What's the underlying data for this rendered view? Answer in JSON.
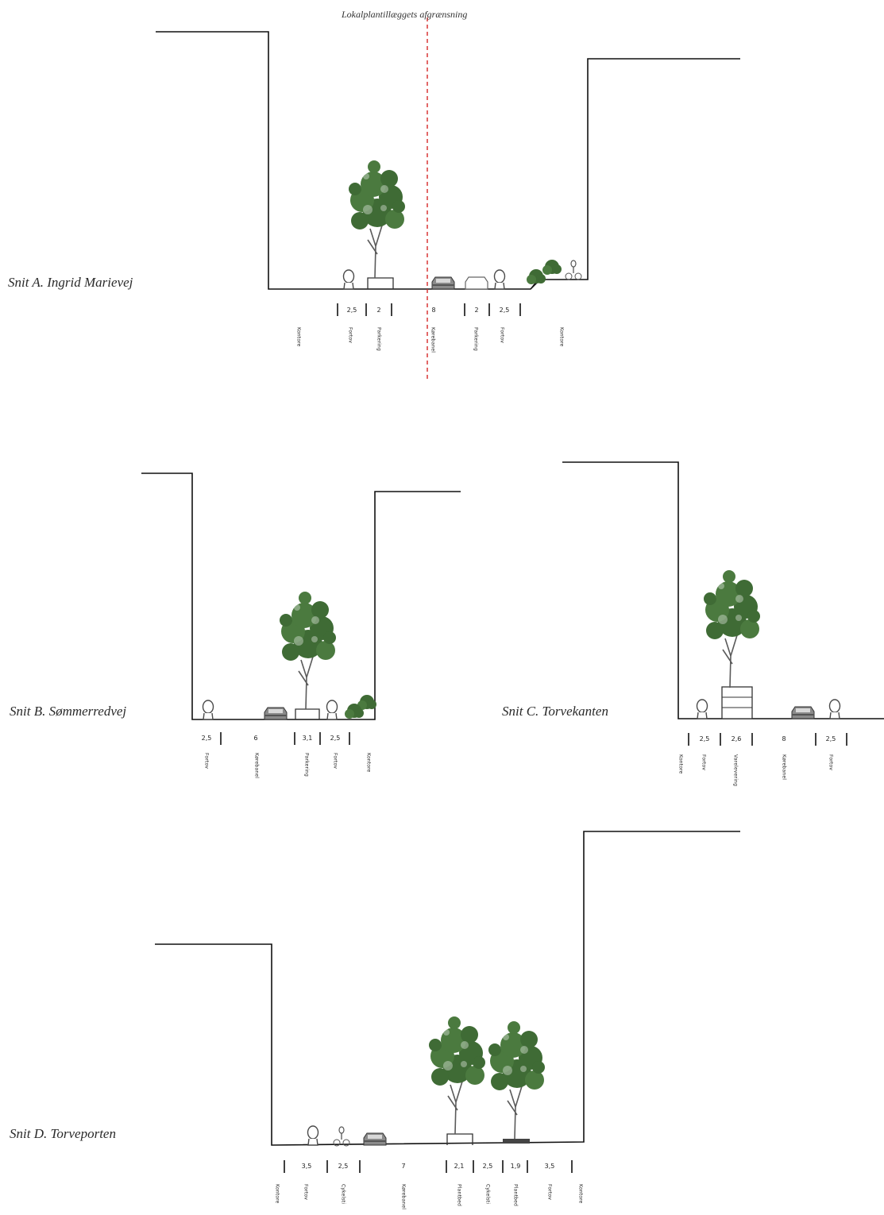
{
  "boundary": {
    "label": "Lokalplantillæggets afgrænsning"
  },
  "sections": [
    {
      "id": "a",
      "title": "Snit A. Ingrid Marievej",
      "dims": [
        "2,5",
        "2",
        "8",
        "2",
        "2,5"
      ],
      "zones": [
        "Kontore",
        "Fortov",
        "Parkering",
        "Kørebanel",
        "Parkering",
        "Fortov",
        "Kontore"
      ]
    },
    {
      "id": "b",
      "title": "Snit B. Sømmerredvej",
      "dims": [
        "2,5",
        "6",
        "3,1",
        "2,5"
      ],
      "zones": [
        "Fortov",
        "Kørebanel",
        "Parkering",
        "Fortov",
        "Kontore"
      ]
    },
    {
      "id": "c",
      "title": "Snit C. Torvekanten",
      "dims": [
        "2,5",
        "2,6",
        "8",
        "2,5"
      ],
      "zones": [
        "Kontore",
        "Fortov",
        "Varelevering",
        "Kørebanel",
        "Fortov"
      ]
    },
    {
      "id": "d",
      "title": "Snit D. Torveporten",
      "dims": [
        "3,5",
        "2,5",
        "7",
        "2,1",
        "2,5",
        "1,9",
        "3,5"
      ],
      "zones": [
        "Kontore",
        "Fortov",
        "Cykelsti",
        "Kørebanel",
        "Plantbed",
        "Cykelsti",
        "Plantbed",
        "Fortov",
        "Kontore"
      ]
    }
  ]
}
